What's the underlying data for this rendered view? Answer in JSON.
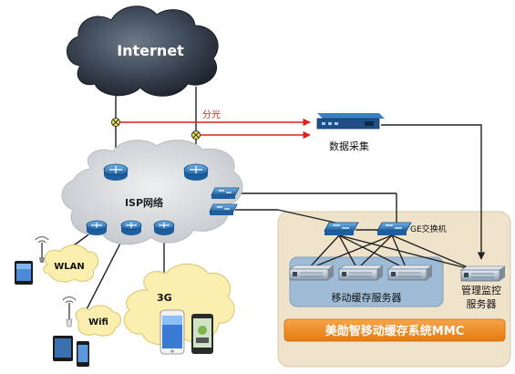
{
  "internet_label": "Internet",
  "split_label": "分光",
  "data_collection_label": "数据采集",
  "isp_label": "ISP网络",
  "ge_switch_label": "GE交换机",
  "cache_server_label": "移动缓存服务器",
  "mgmt_server_label_line1": "管理监控",
  "mgmt_server_label_line2": "服务器",
  "system_title": "美勋智移动缓存系统MMC",
  "wlan_label": "WLAN",
  "wifi_label": "Wifi",
  "cellular_label": "3G",
  "colors": {
    "accent_red": "#e0201c",
    "system_bar": "#f08a1e",
    "system_panel": "#efe3cc",
    "server_panel": "#9fbcd6",
    "router_blue": "#2f7fc3",
    "cloud_gray": "#d6d8db",
    "internet_cloud": "#2c3440",
    "cellular_cloud": "#fbefb0"
  }
}
